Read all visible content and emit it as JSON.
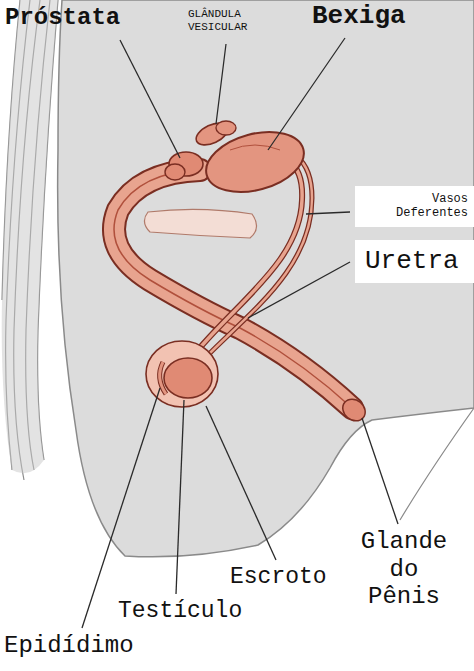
{
  "diagram": {
    "nodes": [
      {
        "text": [
          "Vasos Deferentes"
        ]
      },
      {
        "text": [
          "Uretra"
        ]
      }
    ],
    "labels": [
      "Próstata",
      "GLÂNDULA VESICULAR",
      "Bexiga",
      "Glande do Pênis",
      "Escroto",
      "Testículo",
      "Epidídimo"
    ]
  }
}
